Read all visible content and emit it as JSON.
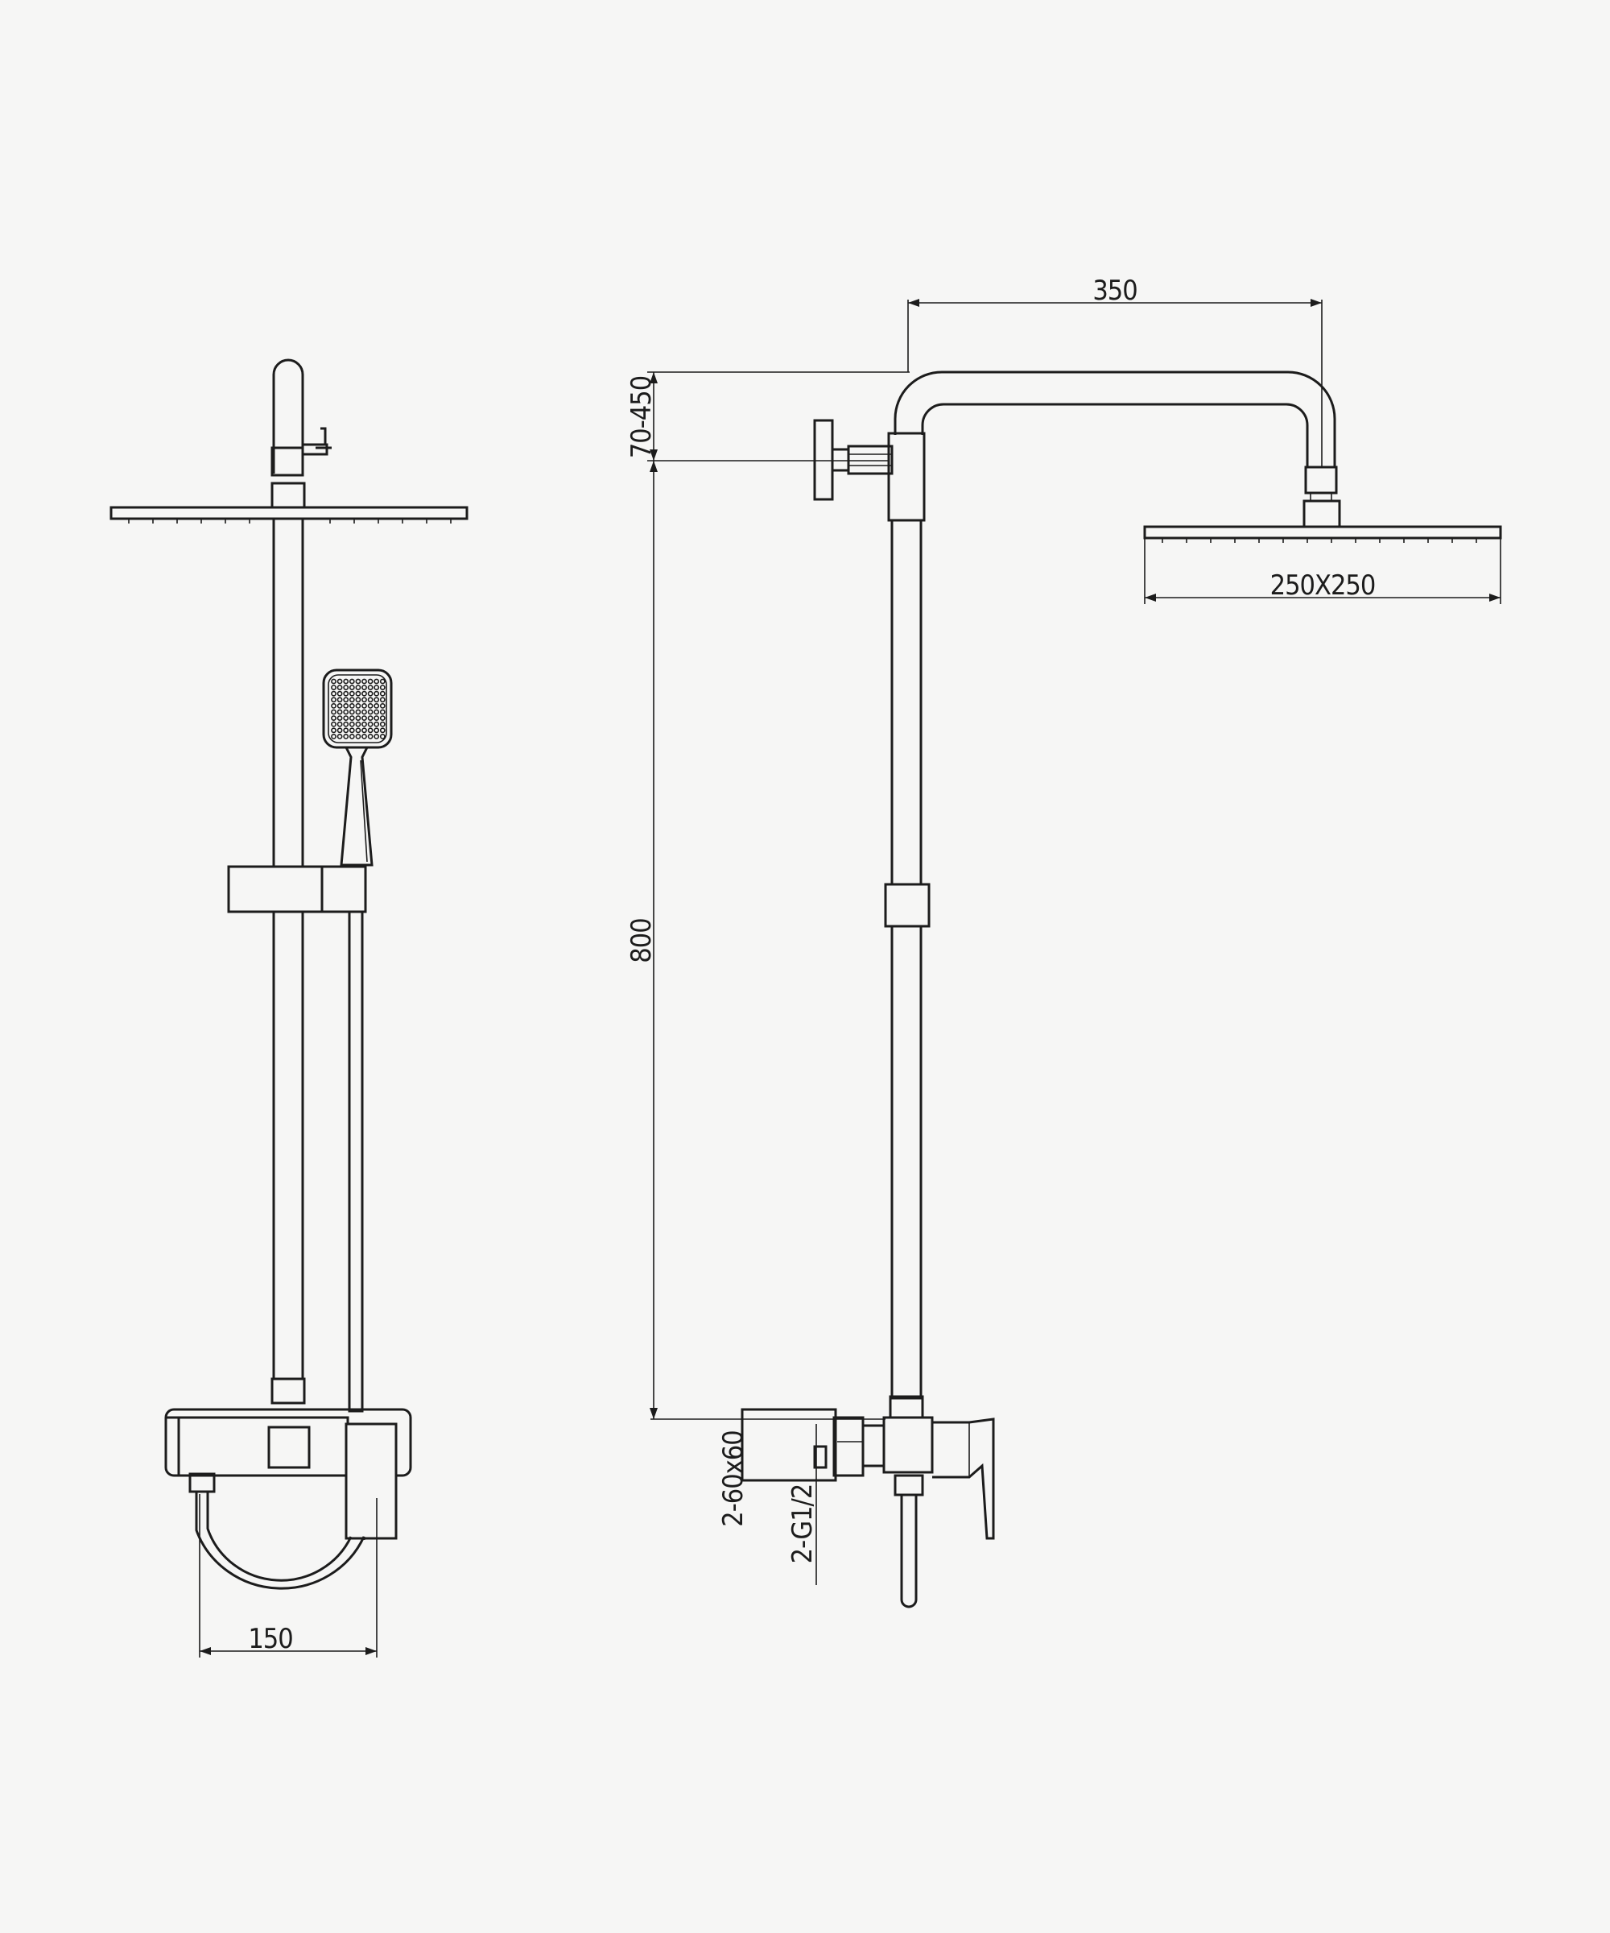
{
  "colors": {
    "background": "#f6f6f5",
    "line": "#1c1c1c"
  },
  "dimensions": {
    "top_arm_length": "350",
    "arm_height_range": "70-450",
    "riser_height": "800",
    "head_size": "250X250",
    "inlet_spacing": "150",
    "inlet_centers": "2-60x60",
    "inlet_thread": "2-G1/2"
  }
}
